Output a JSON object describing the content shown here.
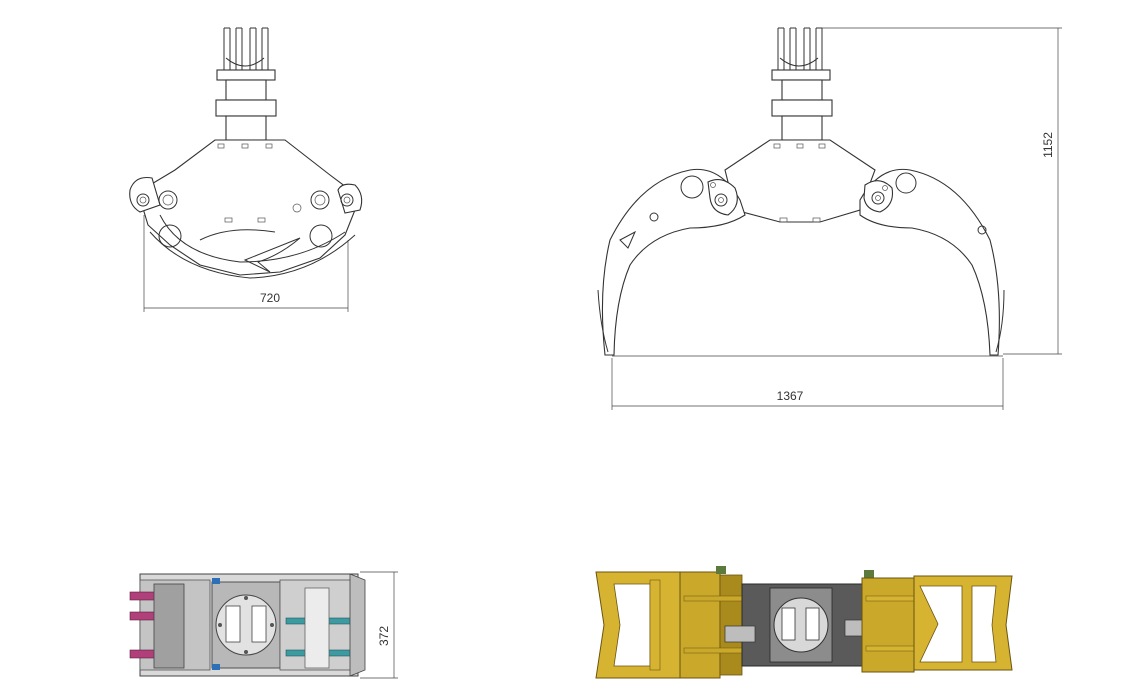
{
  "dimensions": {
    "closed_width": "720",
    "open_width": "1367",
    "height": "1152",
    "depth": "372"
  },
  "colors": {
    "line": "#333333",
    "yellow_body": "#d6b432",
    "yellow_dark": "#a98a1c",
    "gray_body": "#a8a8a8",
    "gray_dark": "#5a5a5a",
    "magenta_bands": "#b0407a",
    "teal_bands": "#3d9aa0",
    "blue_bolts": "#2f6fb5"
  },
  "views": [
    {
      "name": "front-view-closed"
    },
    {
      "name": "front-view-open"
    },
    {
      "name": "top-view-gray"
    },
    {
      "name": "top-view-yellow"
    }
  ]
}
